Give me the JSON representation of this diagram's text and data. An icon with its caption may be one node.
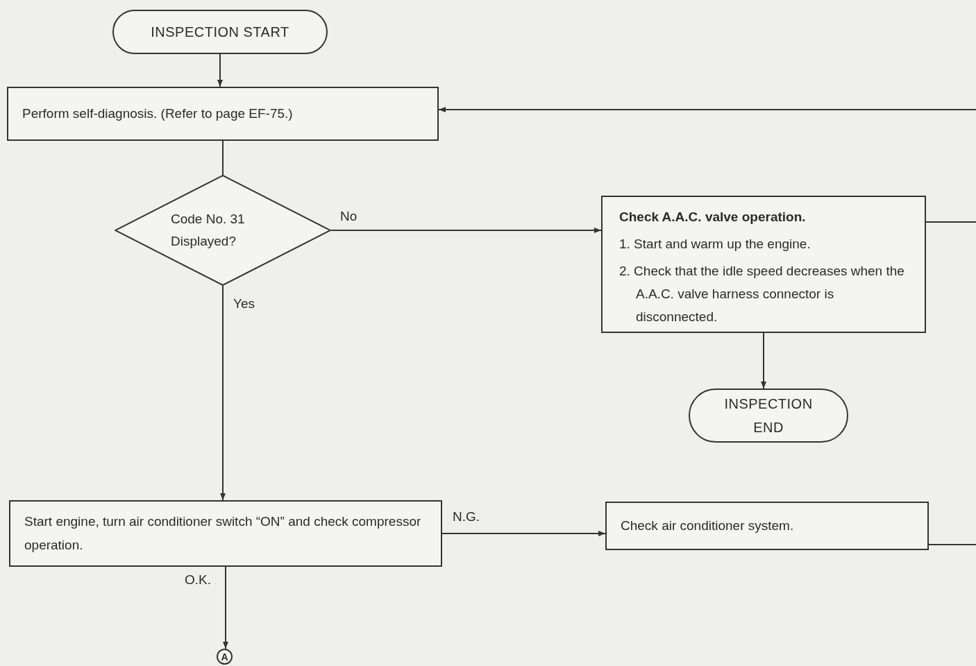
{
  "diagram": {
    "nodes": [
      {
        "text": [
          "INSPECTION START"
        ]
      },
      {
        "text": [
          "Perform self-diagnosis. (Refer to page EF-75.)"
        ]
      },
      {
        "text": [
          "Code No. 31 Displayed?"
        ]
      },
      {
        "text": [
          "Check A.A.C. valve operation.",
          "1. Start and warm up the engine.",
          "2. Check that the idle speed decreases when the A.A.C. valve harness connector is disconnected."
        ]
      },
      {
        "text": [
          "INSPECTION END"
        ]
      },
      {
        "text": [
          "Start engine, turn air conditioner switch “ON” and check compressor operation."
        ]
      },
      {
        "text": [
          "Check air conditioner system."
        ]
      },
      {
        "text": [
          "A"
        ]
      }
    ],
    "edges": [
      {
        "from": 0,
        "to": 1,
        "arrow": "to"
      },
      {
        "from": 1,
        "to": 2,
        "arrow": "none"
      },
      {
        "from": 2,
        "to": 3,
        "arrow": "to",
        "label": "No"
      },
      {
        "from": 2,
        "to": 5,
        "arrow": "to",
        "label": "Yes"
      },
      {
        "from": 3,
        "to": 4,
        "arrow": "to"
      },
      {
        "from": 5,
        "to": 6,
        "arrow": "to",
        "label": "N.G."
      },
      {
        "from": 5,
        "to": 7,
        "arrow": "to",
        "label": "O.K."
      },
      {
        "from": null,
        "to": 1,
        "arrow": "to"
      },
      {
        "from": 3,
        "to": null,
        "arrow": "none"
      },
      {
        "from": 6,
        "to": null,
        "arrow": "none"
      }
    ]
  }
}
